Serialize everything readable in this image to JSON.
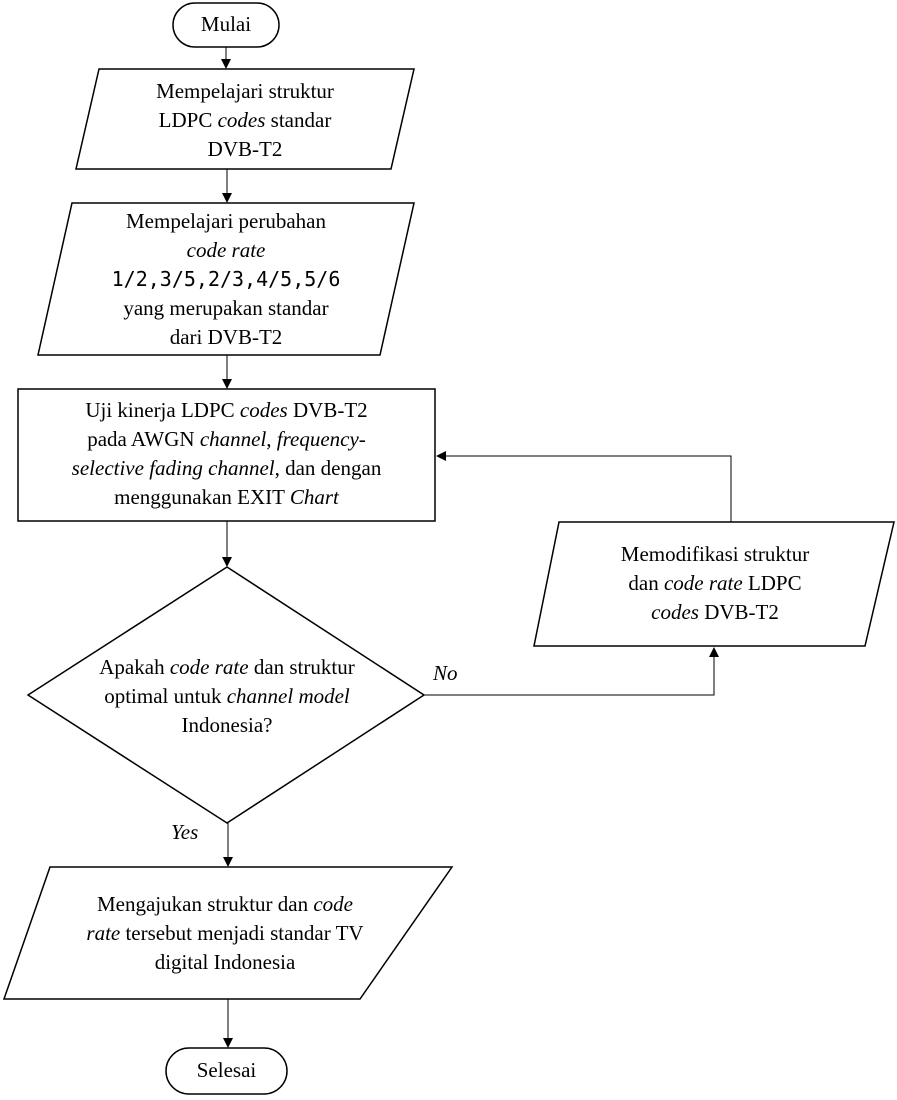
{
  "nodes": {
    "start": {
      "text": "Mulai"
    },
    "study_structure": {
      "line1": "Mempelajari struktur",
      "line2_a": "LDPC ",
      "line2_italic": "codes",
      "line2_b": " standar",
      "line3": "DVB-T2"
    },
    "study_code_rate": {
      "line1": "Mempelajari perubahan",
      "line2_italic": "code rate",
      "line3_rates": "1/2,3/5,2/3,4/5,5/6",
      "line4": "yang merupakan standar",
      "line5": "dari DVB-T2"
    },
    "performance_test": {
      "line1_a": "Uji kinerja LDPC ",
      "line1_italic": "codes",
      "line1_b": " DVB-T2",
      "line2_a": "pada AWGN ",
      "line2_italic1": "channel",
      "line2_b": ", ",
      "line2_italic2": "frequency-",
      "line3_italic": "selective fading channel",
      "line3_b": ", dan dengan",
      "line4_a": "menggunakan EXIT ",
      "line4_italic": "Chart"
    },
    "decision": {
      "line1_a": "Apakah ",
      "line1_italic": "code rate",
      "line1_b": " dan struktur",
      "line2_a": "optimal untuk ",
      "line2_italic": "channel model",
      "line3": "Indonesia?"
    },
    "modify": {
      "line1": "Memodifikasi struktur",
      "line2_a": "dan ",
      "line2_italic": "code rate",
      "line2_b": " LDPC",
      "line3_italic": "codes",
      "line3_b": " DVB-T2"
    },
    "propose": {
      "line1_a": "Mengajukan struktur dan ",
      "line1_italic": "code",
      "line2_italic": "rate",
      "line2_b": " tersebut menjadi standar TV",
      "line3": "digital Indonesia"
    },
    "end": {
      "text": "Selesai"
    }
  },
  "edges": {
    "no_label": "No",
    "yes_label": "Yes"
  }
}
